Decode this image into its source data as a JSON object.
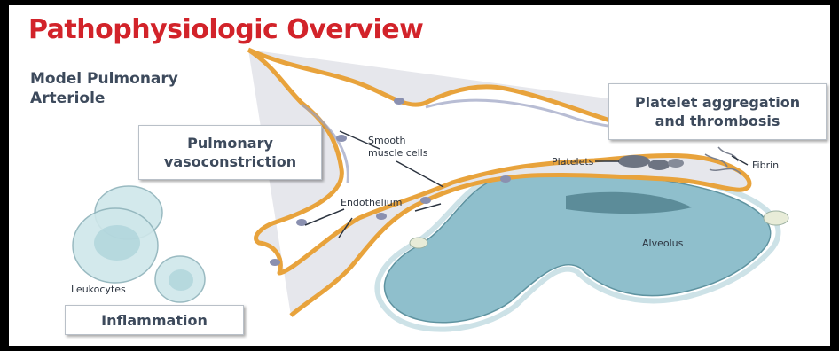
{
  "title": "Pathophysiologic Overview",
  "subtitle": "Model Pulmonary\nArteriole",
  "callouts": {
    "vasoconstriction": "Pulmonary\nvasoconstriction",
    "platelet": "Platelet aggregation\nand thrombosis",
    "inflammation": "Inflammation"
  },
  "labels": {
    "smooth_muscle": "Smooth\nmuscle cells",
    "endothelium": "Endothelium",
    "platelets": "Platelets",
    "fibrin": "Fibrin",
    "alveolus": "Alveolus",
    "leukocytes": "Leukocytes"
  },
  "colors": {
    "title": "#d2232a",
    "text": "#3d4a5c",
    "vessel_wall": "#e8a33c",
    "vessel_lumen": "#e6e7ec",
    "alveolus": "#8fbfcc"
  }
}
